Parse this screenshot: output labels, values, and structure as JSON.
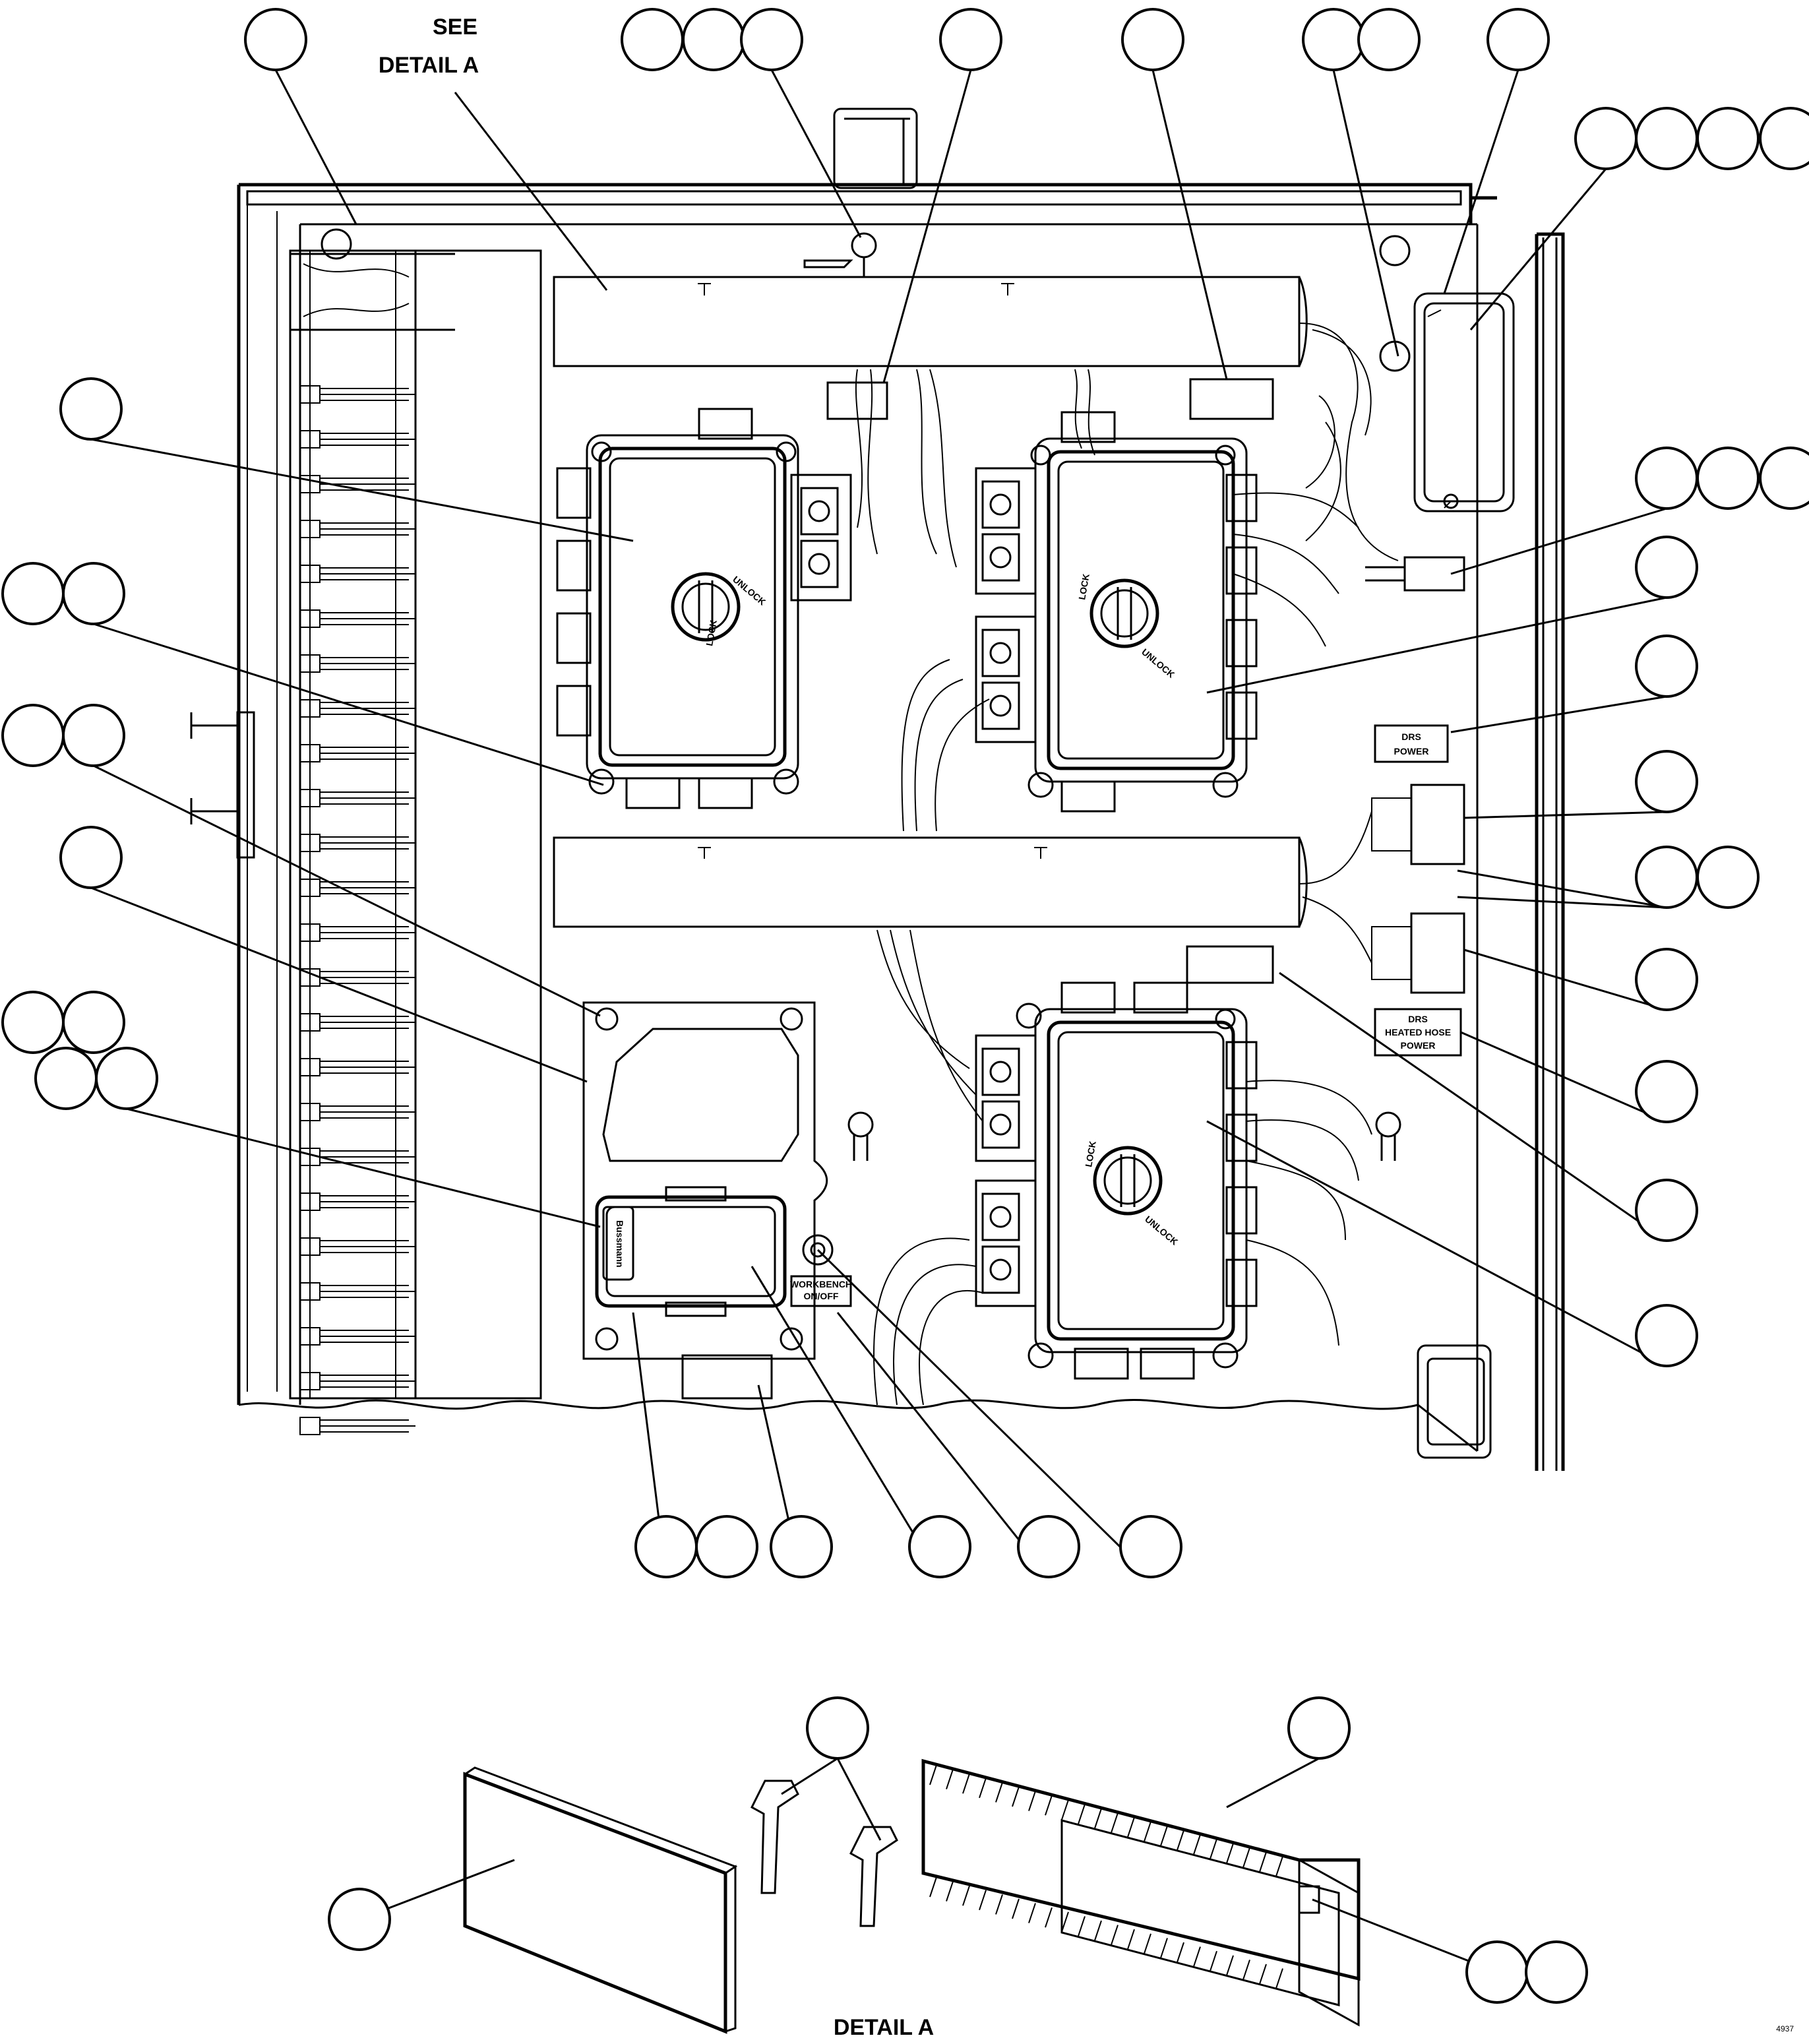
{
  "labels": {
    "see_detail": "SEE",
    "see_detail_2": "DETAIL A",
    "detail_a_title": "DETAIL A",
    "drs_power_1": "DRS",
    "drs_power_2": "POWER",
    "drs_heated_1": "DRS",
    "drs_heated_2": "HEATED HOSE",
    "drs_heated_3": "POWER",
    "workbench_1": "WORKBENCH",
    "workbench_2": "ON/OFF",
    "bussmann": "Bussmann",
    "unlock_1": "UNLOCK",
    "lock_1": "LOCK",
    "lock_2": "LOCK",
    "unlock_2": "UNLOCK",
    "lock_3": "LOCK",
    "unlock_3": "UNLOCK",
    "drawing_number": "4937"
  },
  "callout_bubble_count": 46
}
